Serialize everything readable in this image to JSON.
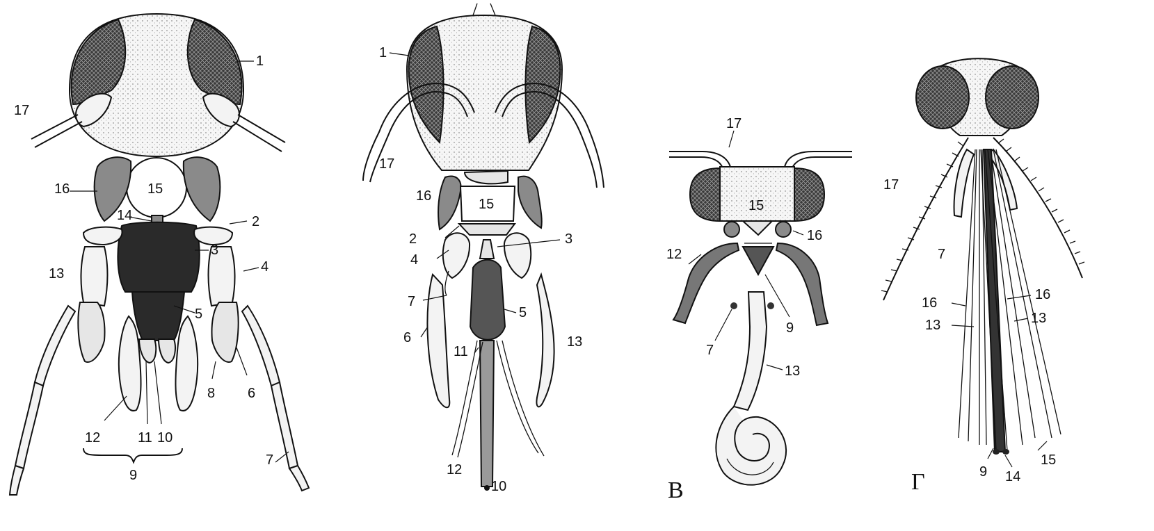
{
  "panels": [
    {
      "id": "A",
      "letter": "",
      "labels": [
        "1",
        "2",
        "3",
        "4",
        "5",
        "6",
        "7",
        "8",
        "9",
        "10",
        "11",
        "12",
        "13",
        "14",
        "15",
        "16",
        "17"
      ]
    },
    {
      "id": "B",
      "letter": "",
      "labels": [
        "1",
        "2",
        "3",
        "4",
        "5",
        "6",
        "7",
        "10",
        "11",
        "12",
        "13",
        "15",
        "16",
        "17"
      ]
    },
    {
      "id": "C",
      "letter": "В",
      "labels": [
        "7",
        "9",
        "12",
        "13",
        "15",
        "16",
        "17"
      ]
    },
    {
      "id": "D",
      "letter": "Г",
      "labels": [
        "7",
        "9",
        "13",
        "13",
        "14",
        "15",
        "16",
        "16",
        "17"
      ]
    }
  ]
}
